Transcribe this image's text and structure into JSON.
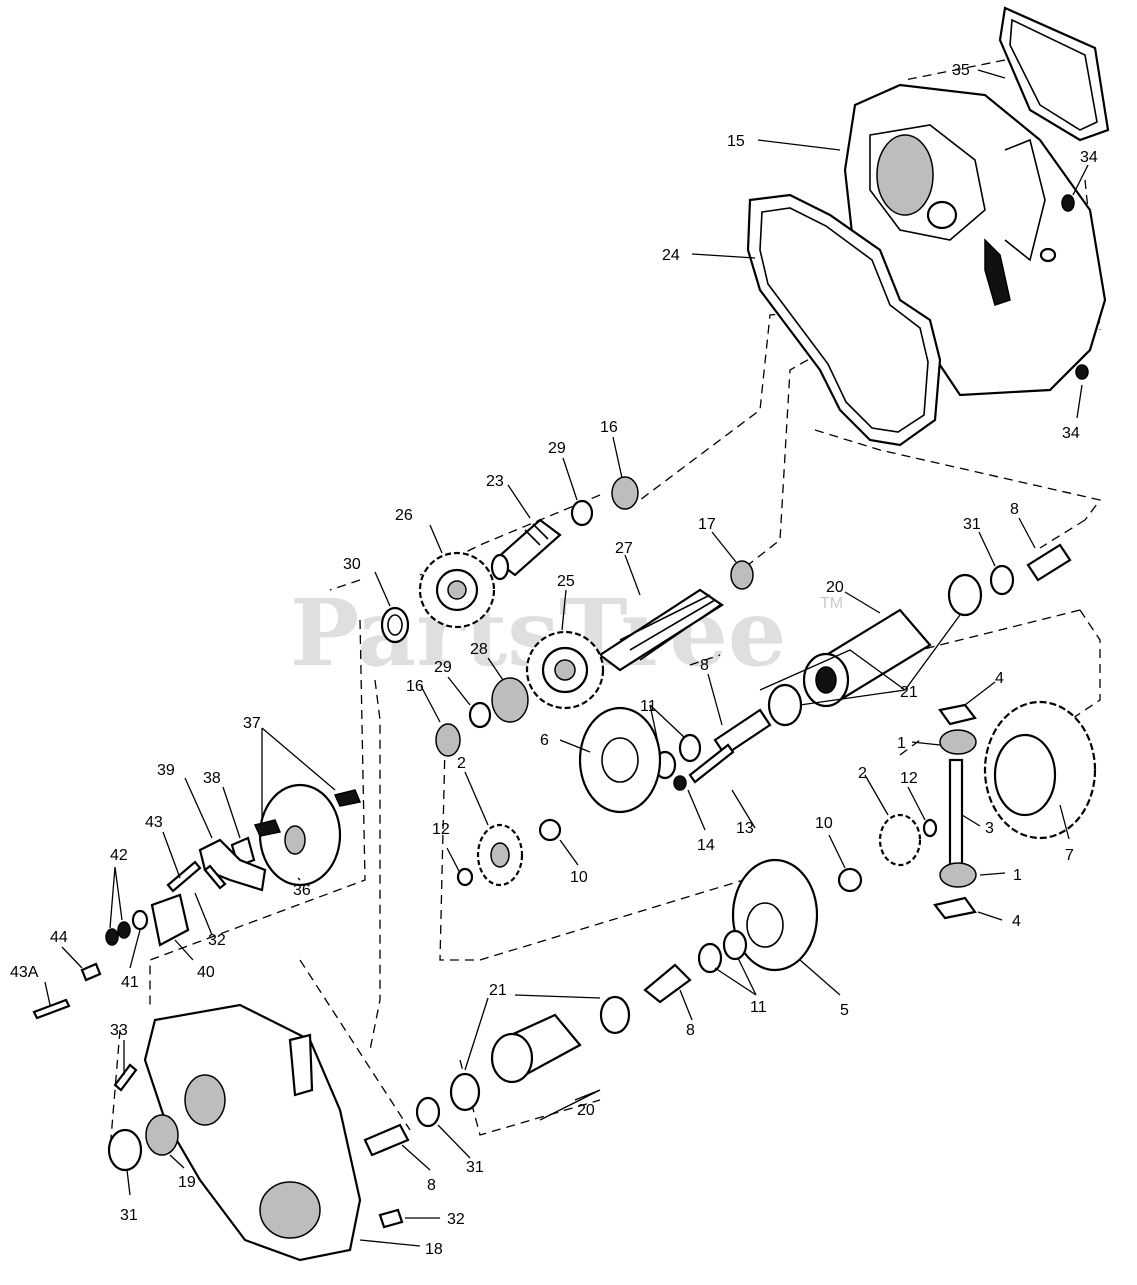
{
  "watermark": {
    "text": "PartsTree",
    "trademark": "TM"
  },
  "labels": [
    {
      "id": "35",
      "text": "35"
    },
    {
      "id": "15",
      "text": "15"
    },
    {
      "id": "34a",
      "text": "34"
    },
    {
      "id": "24",
      "text": "24"
    },
    {
      "id": "34b",
      "text": "34"
    },
    {
      "id": "16a",
      "text": "16"
    },
    {
      "id": "29a",
      "text": "29"
    },
    {
      "id": "23",
      "text": "23"
    },
    {
      "id": "26",
      "text": "26"
    },
    {
      "id": "17",
      "text": "17"
    },
    {
      "id": "31a",
      "text": "31"
    },
    {
      "id": "8a",
      "text": "8"
    },
    {
      "id": "30",
      "text": "30"
    },
    {
      "id": "27",
      "text": "27"
    },
    {
      "id": "25",
      "text": "25"
    },
    {
      "id": "20a",
      "text": "20"
    },
    {
      "id": "29b",
      "text": "29"
    },
    {
      "id": "28",
      "text": "28"
    },
    {
      "id": "16b",
      "text": "16"
    },
    {
      "id": "8b",
      "text": "8"
    },
    {
      "id": "21a",
      "text": "21"
    },
    {
      "id": "4a",
      "text": "4"
    },
    {
      "id": "11a",
      "text": "11"
    },
    {
      "id": "6",
      "text": "6"
    },
    {
      "id": "37",
      "text": "37"
    },
    {
      "id": "39",
      "text": "39"
    },
    {
      "id": "38",
      "text": "38"
    },
    {
      "id": "1a",
      "text": "1"
    },
    {
      "id": "2a",
      "text": "2"
    },
    {
      "id": "13",
      "text": "13"
    },
    {
      "id": "2b",
      "text": "2"
    },
    {
      "id": "12a",
      "text": "12"
    },
    {
      "id": "3",
      "text": "3"
    },
    {
      "id": "43",
      "text": "43"
    },
    {
      "id": "14",
      "text": "14"
    },
    {
      "id": "7",
      "text": "7"
    },
    {
      "id": "36",
      "text": "36"
    },
    {
      "id": "12b",
      "text": "12"
    },
    {
      "id": "10a",
      "text": "10"
    },
    {
      "id": "10b",
      "text": "10"
    },
    {
      "id": "42",
      "text": "42"
    },
    {
      "id": "1b",
      "text": "1"
    },
    {
      "id": "32a",
      "text": "32"
    },
    {
      "id": "4b",
      "text": "4"
    },
    {
      "id": "44",
      "text": "44"
    },
    {
      "id": "41",
      "text": "41"
    },
    {
      "id": "40",
      "text": "40"
    },
    {
      "id": "43A",
      "text": "43A"
    },
    {
      "id": "5",
      "text": "5"
    },
    {
      "id": "21b",
      "text": "21"
    },
    {
      "id": "11b",
      "text": "11"
    },
    {
      "id": "8c",
      "text": "8"
    },
    {
      "id": "33",
      "text": "33"
    },
    {
      "id": "20b",
      "text": "20"
    },
    {
      "id": "31b",
      "text": "31"
    },
    {
      "id": "19",
      "text": "19"
    },
    {
      "id": "31c",
      "text": "31"
    },
    {
      "id": "8d",
      "text": "8"
    },
    {
      "id": "32b",
      "text": "32"
    },
    {
      "id": "18",
      "text": "18"
    }
  ]
}
